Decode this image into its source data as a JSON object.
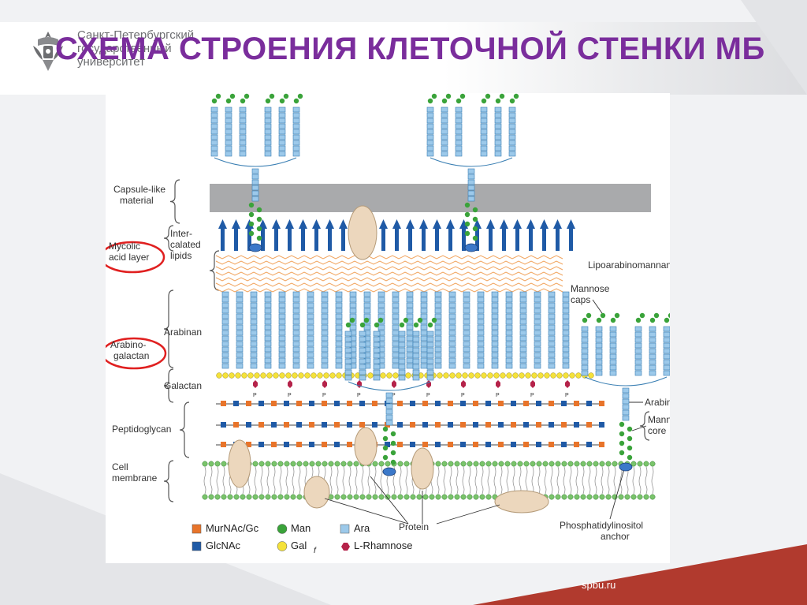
{
  "header": {
    "university": "Санкт-Петербургский\nгосударственный\nуниверситет",
    "title": "СХЕМА СТРОЕНИЯ КЛЕТОЧНОЙ СТЕНКИ МБ",
    "title_color": "#7a2d9c"
  },
  "labels": {
    "capsule": [
      "Capsule-like",
      "material"
    ],
    "intercalated": [
      "Inter-",
      "calated",
      "lipids"
    ],
    "mycolic": [
      "Mycolic",
      "acid layer"
    ],
    "arabinan": "Arabinan",
    "arabinogalactan": [
      "Arabino-",
      "galactan"
    ],
    "galactan": "Galactan",
    "peptidoglycan": "Peptidoglycan",
    "cell_membrane": [
      "Cell",
      "membrane"
    ],
    "lipoarabinomannan": "Lipoarabinomannan",
    "mannose_caps": [
      "Mannose",
      "caps"
    ],
    "arabinan_right": "Arabinan",
    "mannan_core": [
      "Mannan",
      "core"
    ],
    "protein": "Protein",
    "pi_anchor": [
      "Phosphatidylinositol",
      "anchor"
    ],
    "phosphate": "P"
  },
  "legend": [
    {
      "label": "MurNAc/Gc",
      "shape": "square",
      "color": "#e8742a"
    },
    {
      "label": "Man",
      "shape": "circle",
      "color": "#3aa33a"
    },
    {
      "label": "Ara",
      "shape": "square",
      "color": "#9cc9ea"
    },
    {
      "label": "GlcNAc",
      "shape": "square",
      "color": "#1f5aa6"
    },
    {
      "label": "Gal",
      "shape": "circle",
      "color": "#f5e23a",
      "suffix": "f"
    },
    {
      "label": "L-Rhamnose",
      "shape": "hexagon",
      "color": "#b5234a"
    }
  ],
  "colors": {
    "highlight_ring": "#e02020",
    "protein": "#ecd7bd",
    "accent_red": "#c0392b"
  },
  "footer": {
    "site": "spbu.ru"
  }
}
